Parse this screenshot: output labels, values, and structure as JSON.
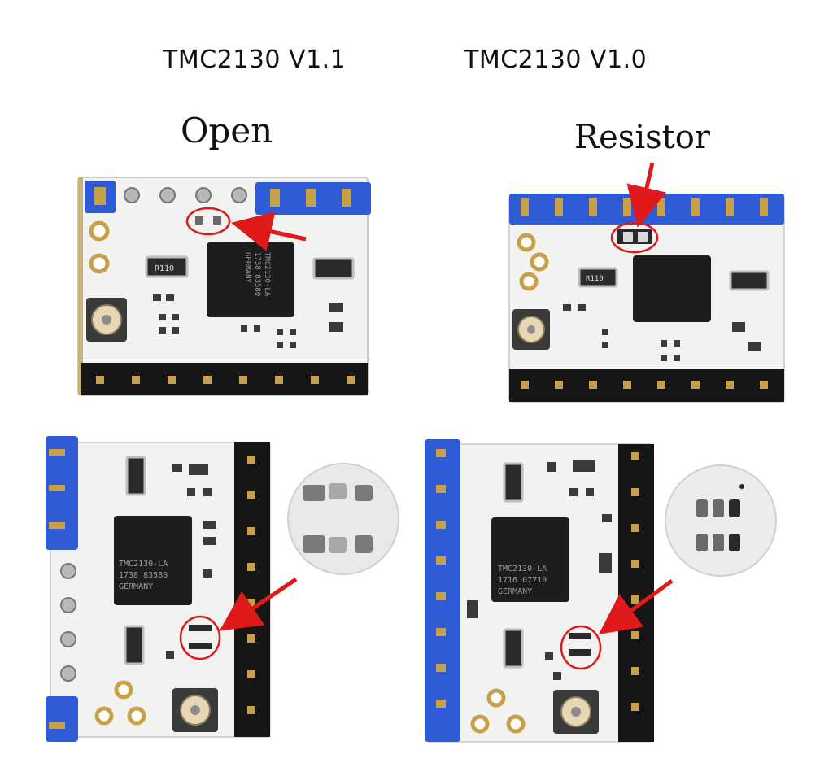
{
  "titles": {
    "left": "TMC2130 V1.1",
    "right": "TMC2130 V1.0"
  },
  "annotations": {
    "open": "Open",
    "resistor": "Resistor"
  },
  "chips": {
    "v11_top": [
      "TMC2130-LA",
      "1738 83580",
      "GERMANY"
    ],
    "v11_side": [
      "TMC2130-LA",
      "1738 83580",
      "GERMANY"
    ],
    "v10_side": [
      "TMC2130-LA",
      "1716 07710",
      "GERMANY"
    ]
  },
  "resistor_label": "R110",
  "colors": {
    "board": "#f1f1f0",
    "pin_blue": "#2f5bd6",
    "pin_black": "#161616",
    "chip": "#1d1d1f",
    "gold": "#c9a04a",
    "highlight": "#e0191b"
  }
}
